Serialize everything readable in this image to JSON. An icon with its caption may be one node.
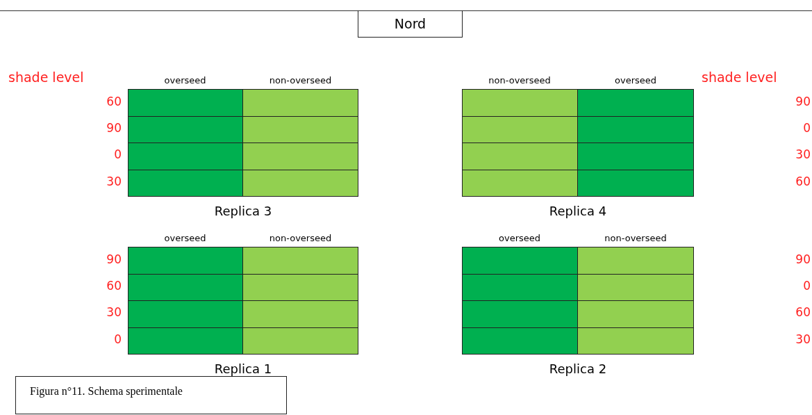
{
  "diagram": {
    "caption": "Figura n°11. Schema sperimentale",
    "nodes": [
      {
        "text": [
          "Nord"
        ]
      },
      {
        "text": [
          "overseed",
          "non-overseed",
          "Replica 3"
        ]
      },
      {
        "text": [
          "non-overseed",
          "overseed",
          "Replica 4"
        ]
      },
      {
        "text": [
          "overseed",
          "non-overseed",
          "Replica 1"
        ]
      },
      {
        "text": [
          "overseed",
          "non-overseed",
          "Replica 2"
        ]
      }
    ],
    "labels": [
      "shade level",
      "60",
      "90",
      "0",
      "30",
      "shade level",
      "90",
      "0",
      "30",
      "60",
      "90",
      "60",
      "30",
      "0",
      "90",
      "0",
      "60",
      "30"
    ]
  }
}
